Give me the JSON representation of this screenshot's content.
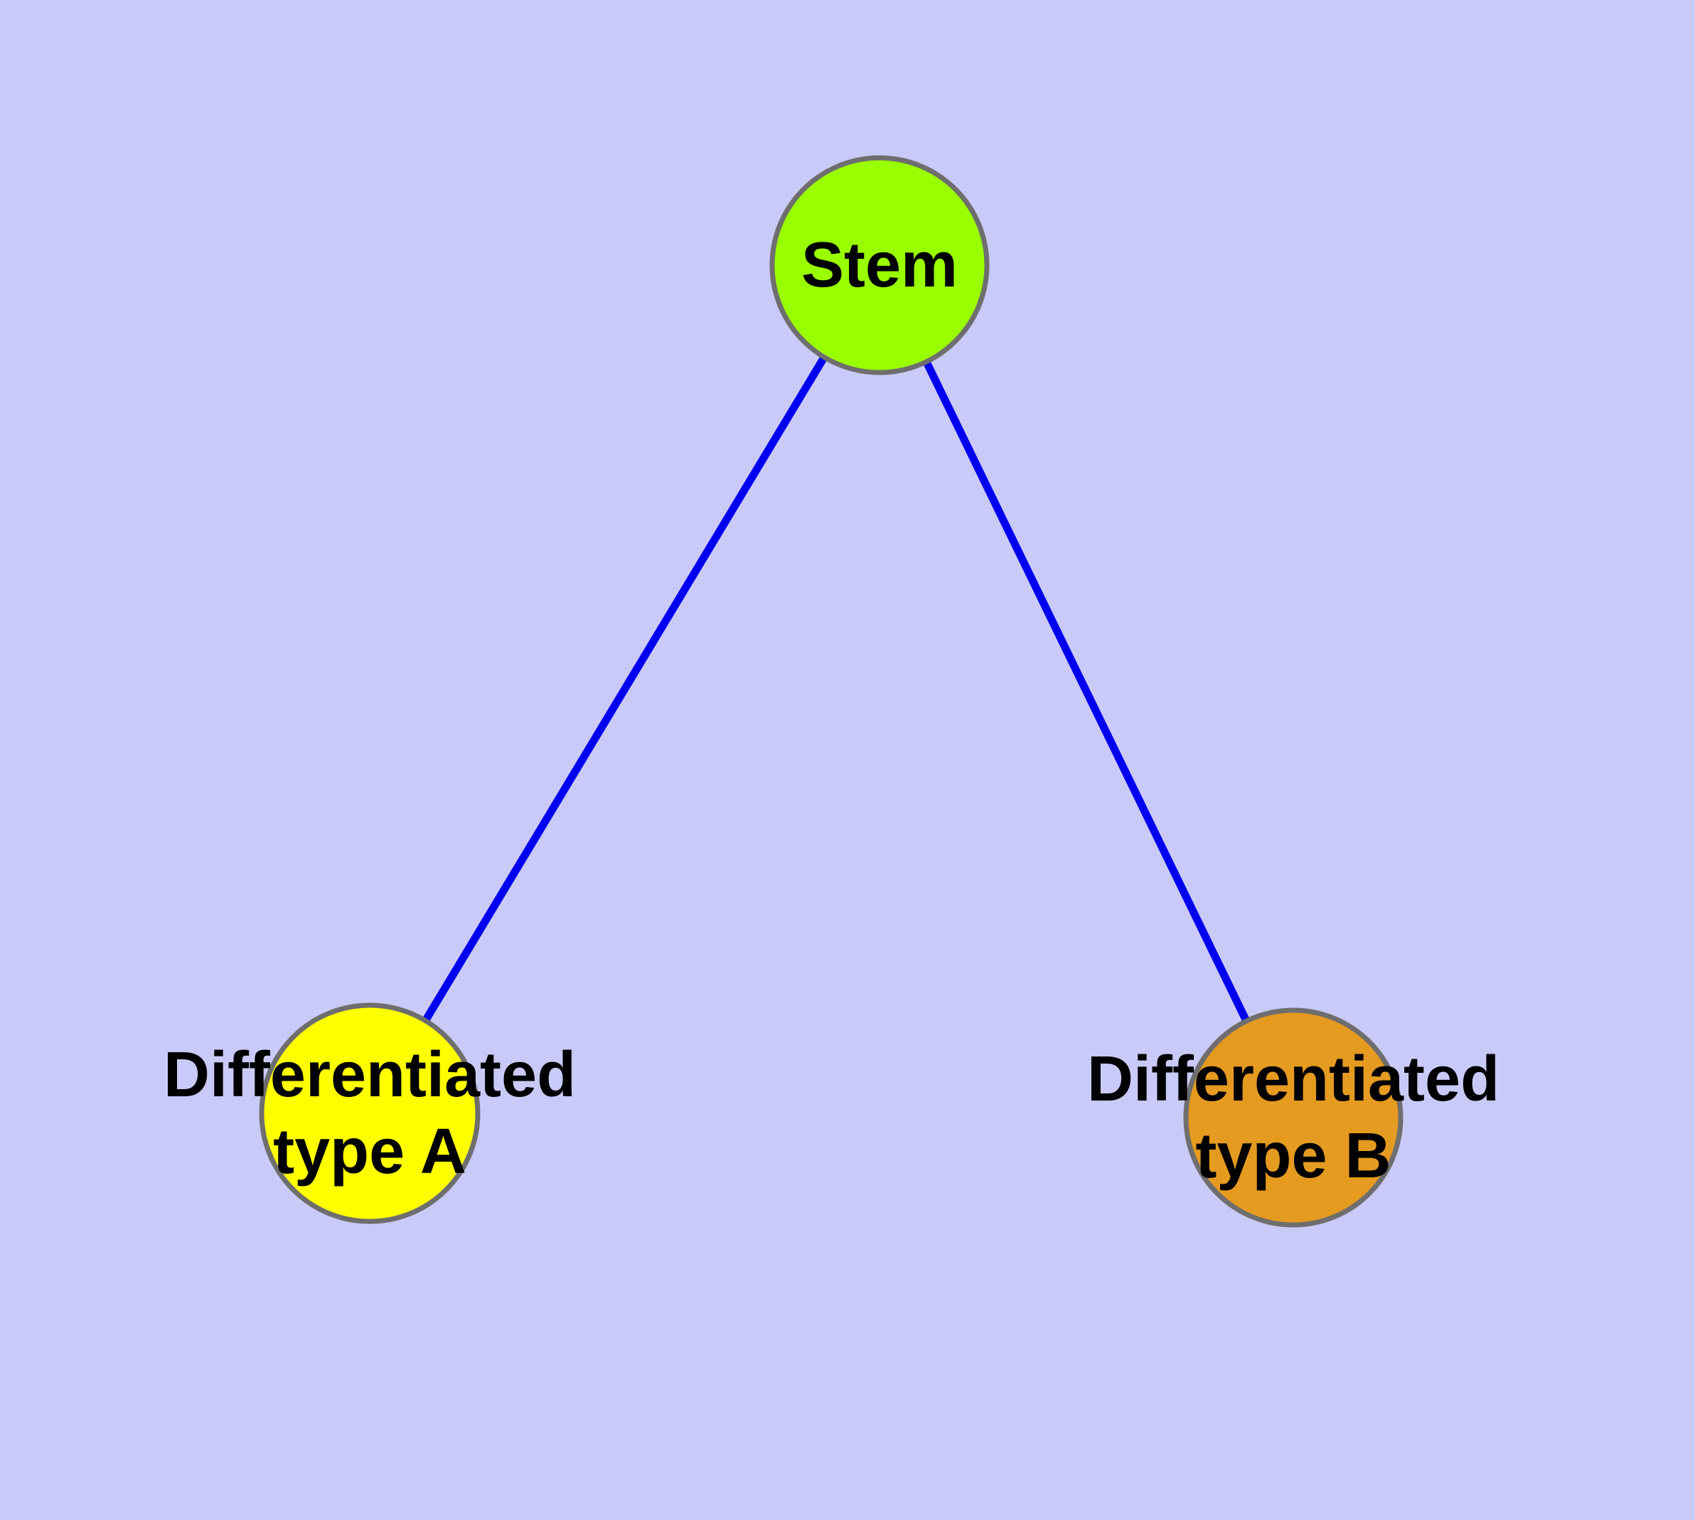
{
  "diagram": {
    "background_color": "#CACAF8",
    "edge_color": "#0000EE",
    "node_border_color": "#6E6E6E",
    "text_color": "#000000",
    "nodes": {
      "stem": {
        "label": "Stem",
        "fill": "#99FF00"
      },
      "type_a": {
        "label_line1": "Differentiated",
        "label_line2": "type A",
        "fill": "#FFFF00"
      },
      "type_b": {
        "label_line1": "Differentiated",
        "label_line2": "type B",
        "fill": "#E59A20"
      }
    },
    "edges": [
      {
        "from": "Stem",
        "to": "Differentiated type A"
      },
      {
        "from": "Stem",
        "to": "Differentiated type B"
      }
    ]
  }
}
